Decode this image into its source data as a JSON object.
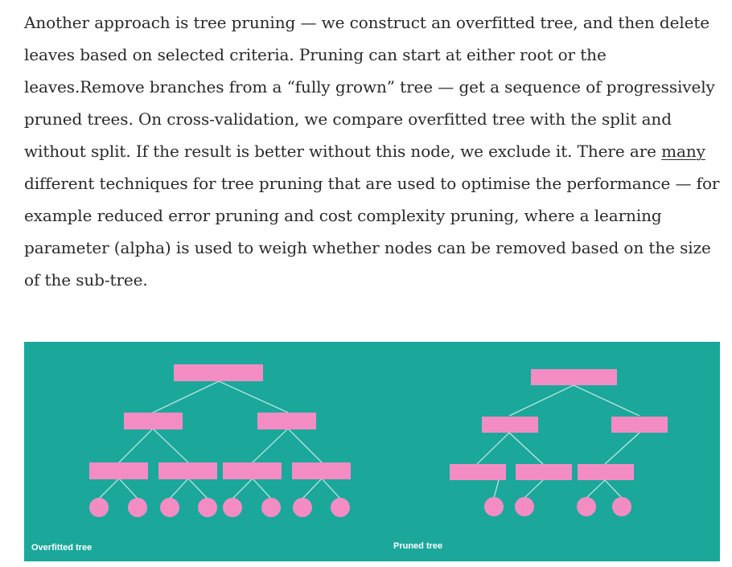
{
  "article": {
    "paragraph": {
      "before_link": "Another approach is tree pruning — we construct an overfitted tree, and then delete leaves based on selected criteria. Pruning can start at either root or the leaves.Remove branches from a “fully grown” tree — get a sequence of progressively pruned trees. On cross-validation, we compare overfitted tree with the split and without split. If the result is better without this node, we exclude it. There are ",
      "link_text": "many",
      "after_link": " different techniques for tree pruning that are used to optimise the performance — for example reduced error pruning and cost complexity pruning, where a learning parameter (alpha) is used to weigh whether nodes can be removed based on the size of the sub-tree."
    }
  },
  "figure": {
    "background_color": "#1ba89b",
    "node_color": "#f48cc4",
    "edge_color": "#c8ece7",
    "left_caption": "Overfitted tree",
    "right_caption": "Pruned tree"
  }
}
